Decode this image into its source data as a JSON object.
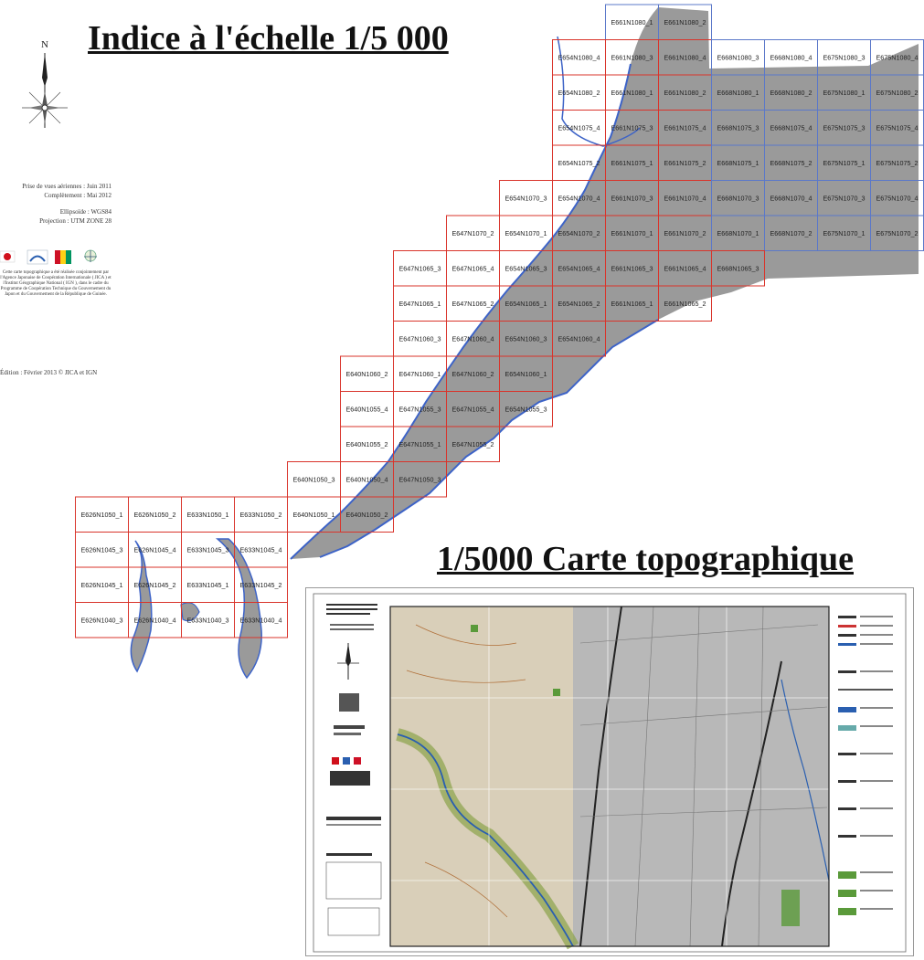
{
  "index": {
    "title": "Indice à l'échelle 1/5 000",
    "north_label": "N",
    "meta": [
      "Prise de vues aériennes : Juin 2011",
      "Complètement : Mai 2012",
      "Ellipsoïde : WGS84",
      "Projection : UTM ZONE 28"
    ],
    "blurb": "Cette carte topographique a été réalisée conjointement par l'Agence Japonaise de Coopération Internationale ( JICA ) et l'Institut Géographique National ( IGN ), dans le cadre du Programme de Coopération Technique du Gouvernement du Japon et du Gouvernement de la République de Guinée.",
    "logos": [
      "japan-flag",
      "jica-logo",
      "guinea-flag",
      "ign-logo"
    ],
    "edition": "Édition : Février 2013 © JICA et IGN"
  },
  "grid": {
    "border_color_red": "#d9342b",
    "border_color_blue": "#5b78c9",
    "land_color": "#9a9a9a",
    "coast_color": "#3d63c7",
    "rows": [
      {
        "cols": [
          11,
          12
        ],
        "labels": [
          "E661N1080_1",
          "E661N1080_2"
        ]
      },
      {
        "cols": [
          10,
          11,
          12,
          13,
          14,
          15,
          16
        ],
        "labels": [
          "E654N1080_4",
          "E661N1080_3",
          "E661N1080_4",
          "E668N1080_3",
          "E668N1080_4",
          "E675N1080_3",
          "E675N1080_4"
        ]
      },
      {
        "cols": [
          10,
          11,
          12,
          13,
          14,
          15,
          16
        ],
        "labels": [
          "E654N1080_2",
          "E661N1080_1",
          "E661N1080_2",
          "E668N1080_1",
          "E668N1080_2",
          "E675N1080_1",
          "E675N1080_2"
        ]
      },
      {
        "cols": [
          10,
          11,
          12,
          13,
          14,
          15,
          16
        ],
        "labels": [
          "E654N1075_4",
          "E661N1075_3",
          "E661N1075_4",
          "E668N1075_3",
          "E668N1075_4",
          "E675N1075_3",
          "E675N1075_4"
        ]
      },
      {
        "cols": [
          10,
          11,
          12,
          13,
          14,
          15,
          16
        ],
        "labels": [
          "E654N1075_2",
          "E661N1075_1",
          "E661N1075_2",
          "E668N1075_1",
          "E668N1075_2",
          "E675N1075_1",
          "E675N1075_2"
        ]
      },
      {
        "cols": [
          9,
          10,
          11,
          12,
          13,
          14,
          15,
          16
        ],
        "labels": [
          "E654N1070_3",
          "E654N1070_4",
          "E661N1070_3",
          "E661N1070_4",
          "E668N1070_3",
          "E668N1070_4",
          "E675N1070_3",
          "E675N1070_4"
        ]
      },
      {
        "cols": [
          8,
          9,
          10,
          11,
          12,
          13,
          14,
          15,
          16
        ],
        "labels": [
          "E647N1070_2",
          "E654N1070_1",
          "E654N1070_2",
          "E661N1070_1",
          "E661N1070_2",
          "E668N1070_1",
          "E668N1070_2",
          "E675N1070_1",
          "E675N1070_2"
        ]
      },
      {
        "cols": [
          7,
          8,
          9,
          10,
          11,
          12,
          13
        ],
        "labels": [
          "E647N1065_3",
          "E647N1065_4",
          "E654N1065_3",
          "E654N1065_4",
          "E661N1065_3",
          "E661N1065_4",
          "E668N1065_3"
        ]
      },
      {
        "cols": [
          7,
          8,
          9,
          10,
          11,
          12
        ],
        "labels": [
          "E647N1065_1",
          "E647N1065_2",
          "E654N1065_1",
          "E654N1065_2",
          "E661N1065_1",
          "E661N1065_2"
        ]
      },
      {
        "cols": [
          7,
          8,
          9,
          10
        ],
        "labels": [
          "E647N1060_3",
          "E647N1060_4",
          "E654N1060_3",
          "E654N1060_4"
        ]
      },
      {
        "cols": [
          6,
          7,
          8,
          9
        ],
        "labels": [
          "E640N1060_2",
          "E647N1060_1",
          "E647N1060_2",
          "E654N1060_1"
        ]
      },
      {
        "cols": [
          6,
          7,
          8,
          9
        ],
        "labels": [
          "E640N1055_4",
          "E647N1055_3",
          "E647N1055_4",
          "E654N1055_3"
        ]
      },
      {
        "cols": [
          6,
          7,
          8
        ],
        "labels": [
          "E640N1055_2",
          "E647N1055_1",
          "E647N1055_2"
        ]
      },
      {
        "cols": [
          5,
          6,
          7
        ],
        "labels": [
          "E640N1050_3",
          "E640N1050_4",
          "E647N1050_3"
        ]
      },
      {
        "cols": [
          1,
          2,
          3,
          4,
          5,
          6
        ],
        "labels": [
          "E626N1050_1",
          "E626N1050_2",
          "E633N1050_1",
          "E633N1050_2",
          "E640N1050_1",
          "E640N1050_2"
        ]
      },
      {
        "cols": [
          1,
          2,
          3,
          4
        ],
        "labels": [
          "E626N1045_3",
          "E626N1045_4",
          "E633N1045_3",
          "E633N1045_4"
        ]
      },
      {
        "cols": [
          1,
          2,
          3,
          4
        ],
        "labels": [
          "E626N1045_1",
          "E626N1045_2",
          "E633N1045_1",
          "E633N1045_2"
        ]
      },
      {
        "cols": [
          1,
          2,
          3,
          4
        ],
        "labels": [
          "E626N1040_3",
          "E626N1040_4",
          "E633N1040_3",
          "E633N1040_4"
        ]
      }
    ]
  },
  "topo": {
    "title": "1/5000 Carte topographique"
  }
}
